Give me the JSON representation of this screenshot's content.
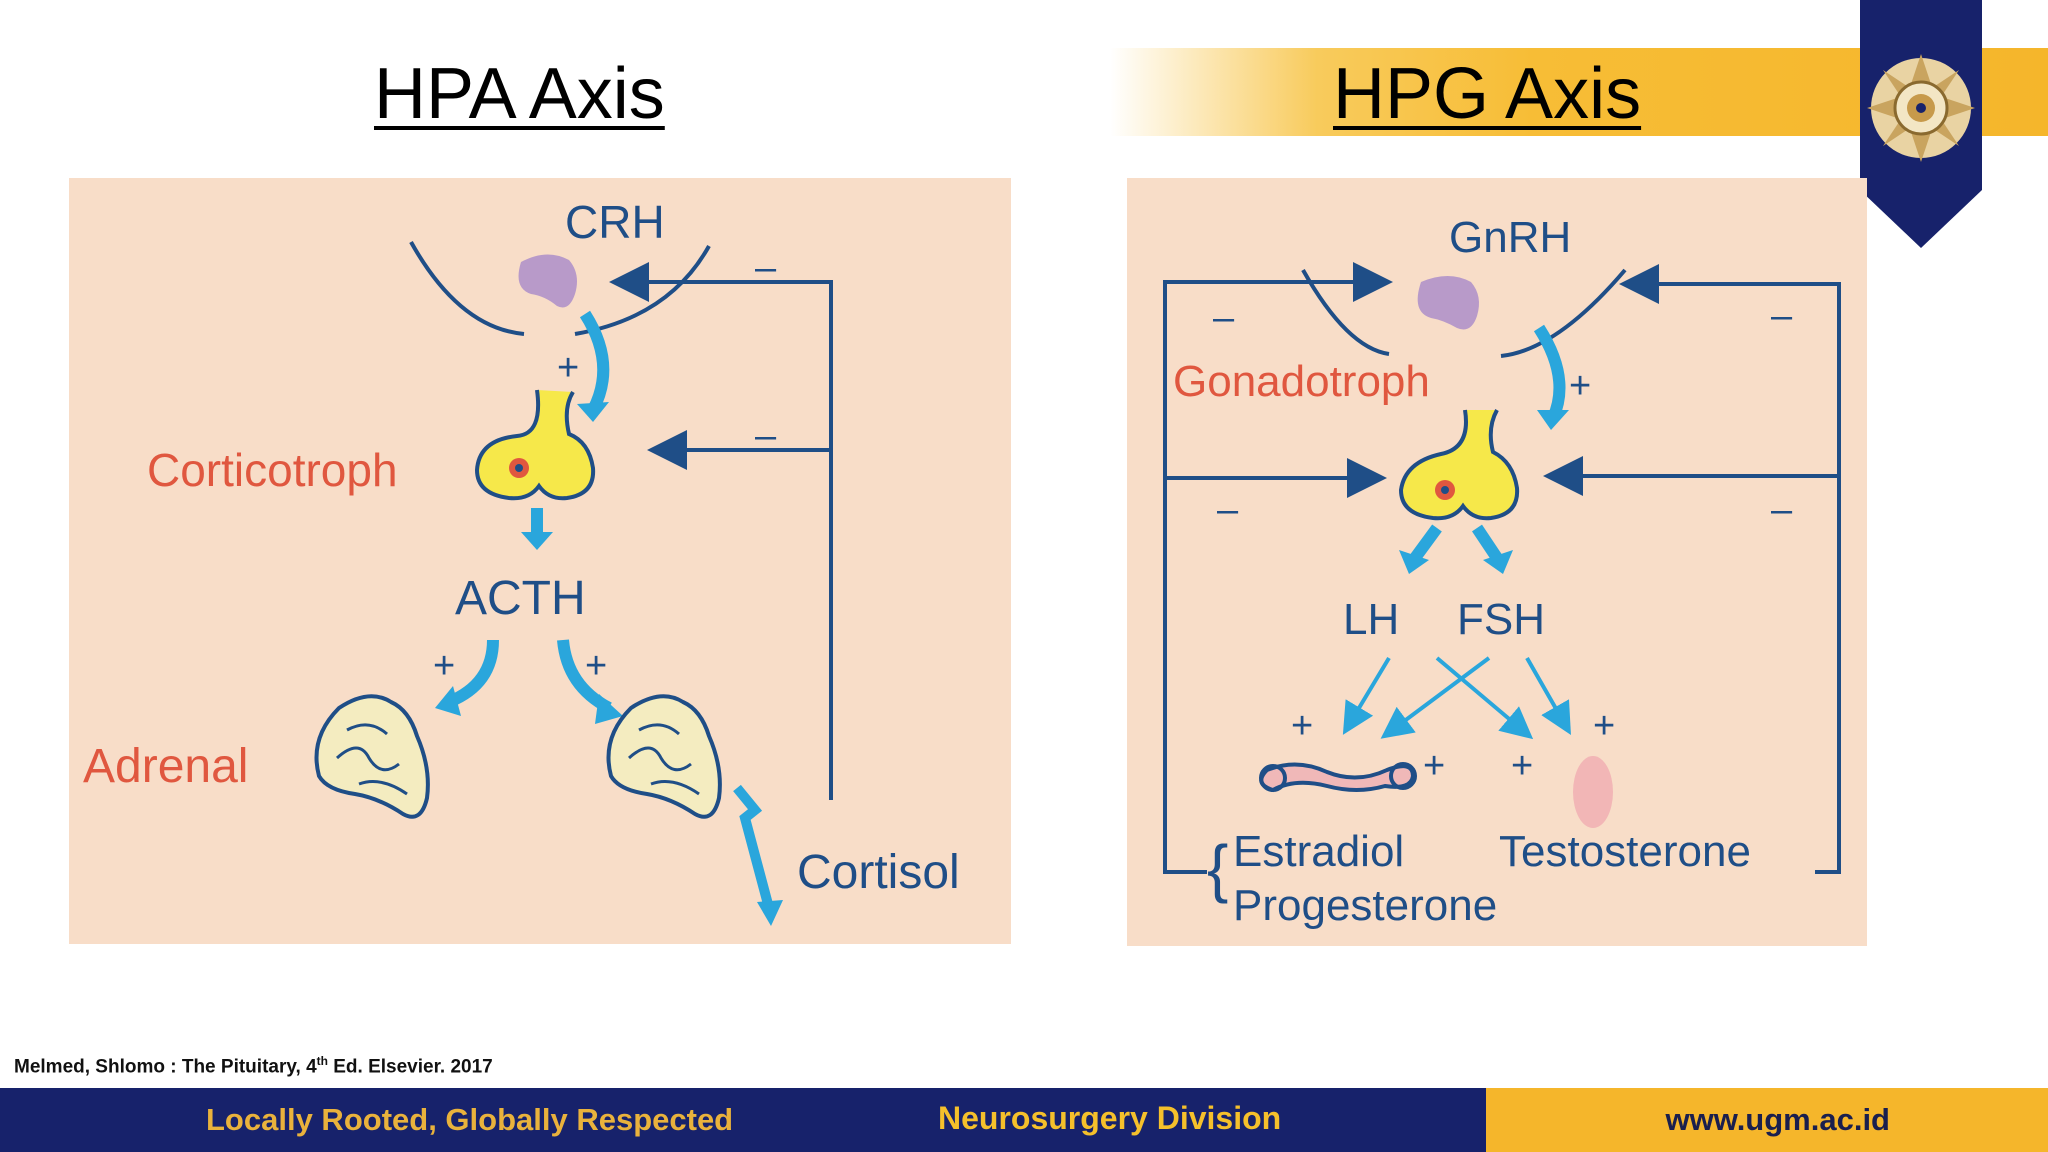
{
  "titles": {
    "left": "HPA Axis",
    "right": "HPG Axis"
  },
  "hpa": {
    "crh": "CRH",
    "corticotroph": "Corticotroph",
    "acth": "ACTH",
    "adrenal": "Adrenal",
    "cortisol": "Cortisol",
    "plus": "+",
    "minus": "–"
  },
  "hpg": {
    "gnrh": "GnRH",
    "gonadotroph": "Gonadotroph",
    "lh": "LH",
    "fsh": "FSH",
    "estradiol": "Estradiol",
    "progesterone": "Progesterone",
    "testosterone": "Testosterone",
    "plus": "+",
    "minus": "–",
    "brace": "{"
  },
  "citation": {
    "before": "Melmed, Shlomo : The Pituitary, 4",
    "sup": "th",
    "after": " Ed. Elsevier. 2017"
  },
  "footer": {
    "motto": "Locally Rooted, Globally Respected",
    "division": "Neurosurgery Division",
    "url": "www.ugm.ac.id"
  },
  "colors": {
    "navy": "#17226b",
    "gold": "#f5b62b",
    "panel": "#f8ddc8",
    "diagram_blue": "#1f4e87",
    "arrow_cyan": "#2aa6dc",
    "label_red": "#e0573f"
  }
}
